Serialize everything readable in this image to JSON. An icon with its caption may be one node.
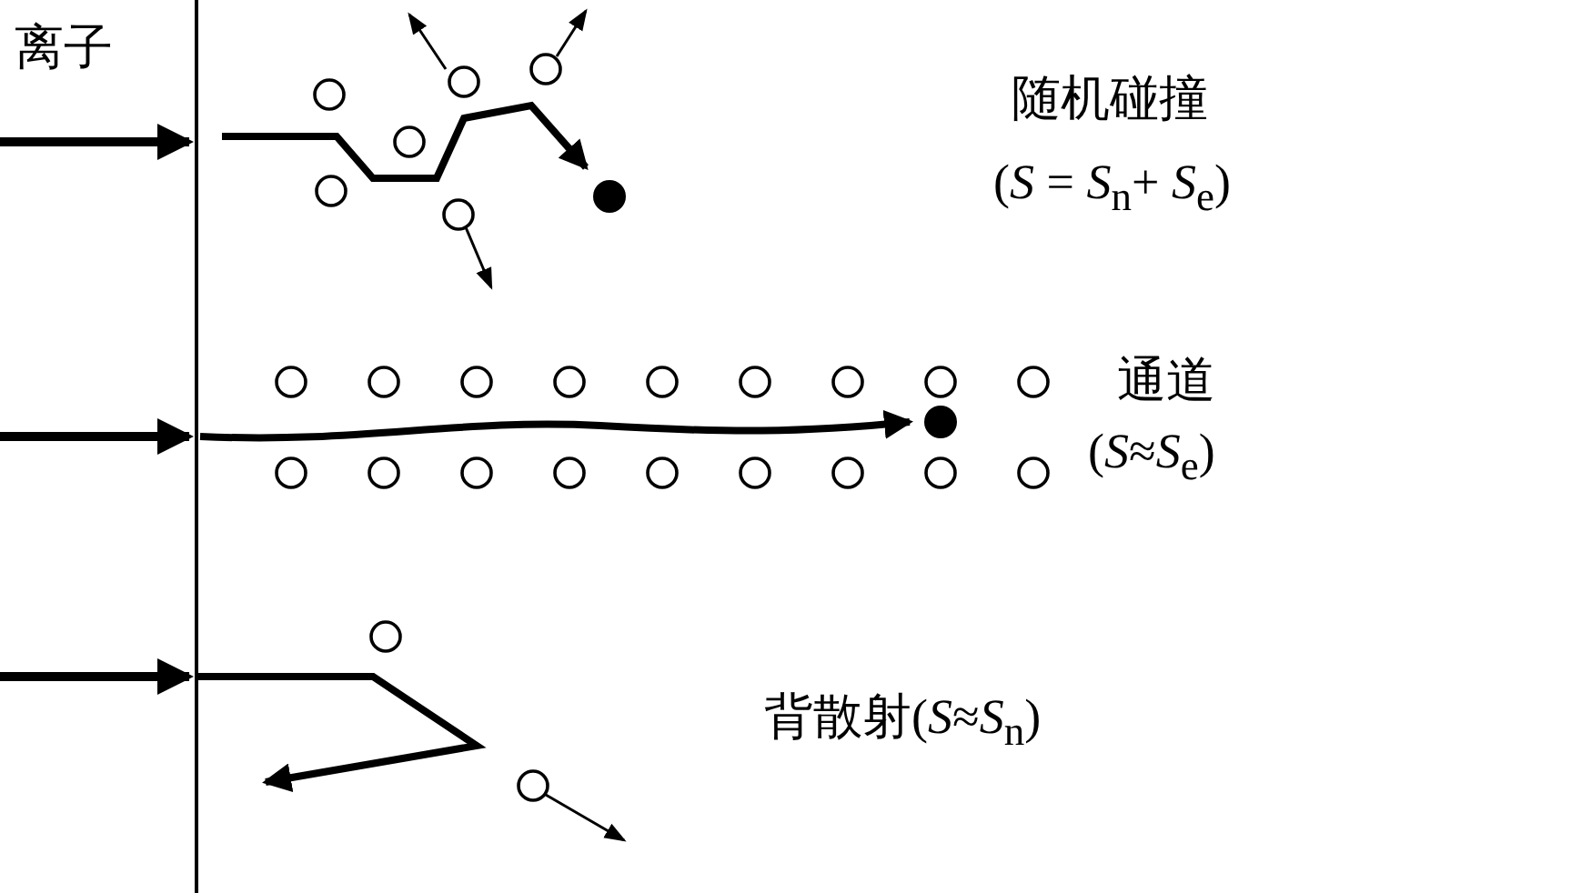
{
  "diagram": {
    "labels": [
      "离子",
      "随机碰撞",
      "(*S* = *S*$_{n}$+ *S*$_{e}$)",
      "通道",
      "(*S*≈*S*$_{e}$)",
      "背散射(*S*≈*S*$_{n}$)"
    ]
  }
}
